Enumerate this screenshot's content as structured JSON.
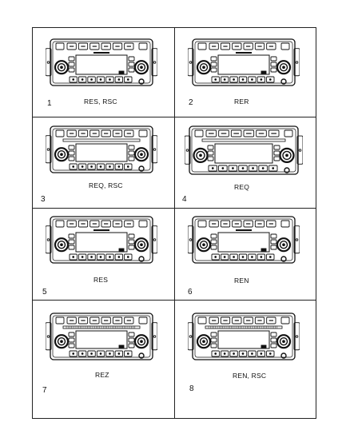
{
  "panels": [
    {
      "number": "1",
      "code": "RES, RSC",
      "variant": "A"
    },
    {
      "number": "2",
      "code": "RER",
      "variant": "B"
    },
    {
      "number": "3",
      "code": "REQ, RSC",
      "variant": "C"
    },
    {
      "number": "4",
      "code": "REQ",
      "variant": "D"
    },
    {
      "number": "5",
      "code": "RES",
      "variant": "A"
    },
    {
      "number": "6",
      "code": "REN",
      "variant": "B"
    },
    {
      "number": "7",
      "code": "REZ",
      "variant": "E"
    },
    {
      "number": "8",
      "code": "REN, RSC",
      "variant": "E"
    }
  ]
}
